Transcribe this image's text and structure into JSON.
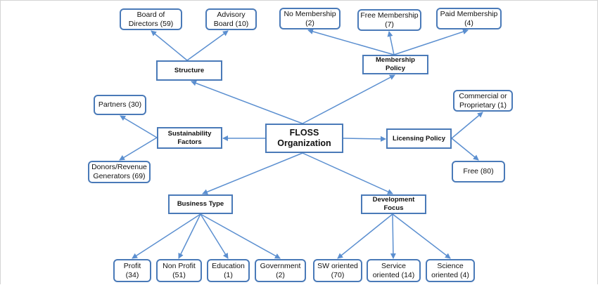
{
  "diagram": {
    "root": "FLOSS\nOrganization",
    "categories": {
      "structure": "Structure",
      "membership": "Membership\nPolicy",
      "sustainability": "Sustainability\nFactors",
      "licensing": "Licensing Policy",
      "business": "Business Type",
      "development": "Development\nFocus"
    },
    "leaves": {
      "board": "Board of\nDirectors (59)",
      "advisory": "Advisory\nBoard (10)",
      "no_membership": "No Membership\n(2)",
      "free_membership": "Free Membership\n(7)",
      "paid_membership": "Paid Membership\n(4)",
      "partners": "Partners (30)",
      "donors": "Donors/Revenue\nGenerators (69)",
      "commercial": "Commercial or\nProprietary (1)",
      "free": "Free (80)",
      "profit": "Profit\n(34)",
      "nonprofit": "Non Profit\n(51)",
      "education": "Education\n(1)",
      "government": "Government\n(2)",
      "sw": "SW oriented\n(70)",
      "service": "Service\noriented (14)",
      "science": "Science\noriented (4)"
    },
    "colors": {
      "border": "#4a7ab8",
      "line": "#5b8fd0"
    }
  }
}
